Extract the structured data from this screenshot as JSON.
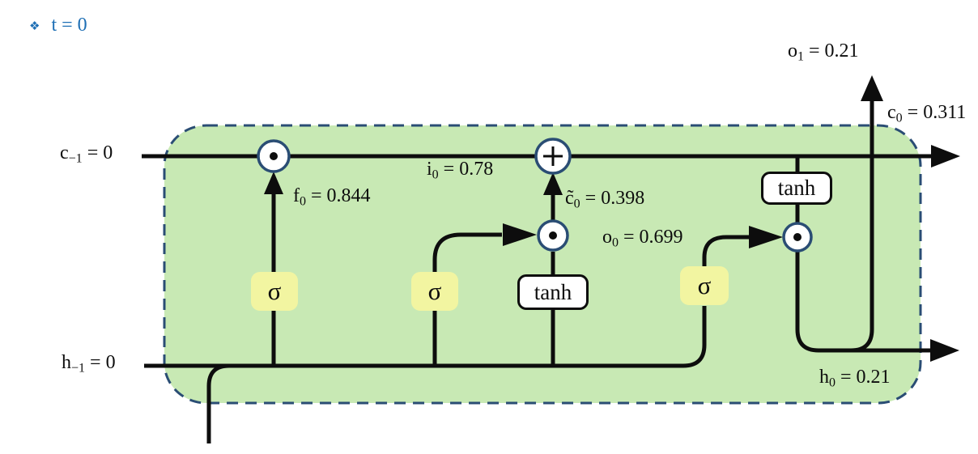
{
  "title": {
    "bullet": "❖",
    "text": "t = 0"
  },
  "diagram_type": "LSTM cell, timestep 0",
  "colors": {
    "cell_fill": "#c8e9b4",
    "cell_border": "#2a4d74",
    "gate_yellow": "#f2f5a1",
    "line_black": "#0d0d0d",
    "title_blue": "#1e6fb5",
    "node_ring": "#2a4d74"
  },
  "labels": {
    "c_prev": {
      "base": "c",
      "sub": "−1",
      "rest": " = 0"
    },
    "h_prev": {
      "base": "h",
      "sub": "−1",
      "rest": " = 0"
    },
    "f0": {
      "base": "f",
      "sub": "0",
      "rest": " = 0.844"
    },
    "i0": {
      "base": "i",
      "sub": "0",
      "rest": " = 0.78"
    },
    "c_tilde0": {
      "base": "c̃",
      "sub": "0",
      "rest": " = 0.398"
    },
    "o0": {
      "base": "o",
      "sub": "0",
      "rest": " = 0.699"
    },
    "o1": {
      "base": "o",
      "sub": "1",
      "rest": " = 0.21"
    },
    "c0": {
      "base": "c",
      "sub": "0",
      "rest": " = 0.311"
    },
    "h0": {
      "base": "h",
      "sub": "0",
      "rest": " = 0.21"
    }
  },
  "values": {
    "c_prev": 0,
    "h_prev": 0,
    "f0": 0.844,
    "i0": 0.78,
    "c_tilde0": 0.398,
    "o0": 0.699,
    "c0": 0.311,
    "h0": 0.21,
    "o1": 0.21
  },
  "gates": {
    "forget_sigma": "σ",
    "input_sigma": "σ",
    "candidate_tanh": "tanh",
    "output_sigma": "σ",
    "output_tanh": "tanh"
  },
  "operators": {
    "elementwise_multiply_icon": "⊙",
    "add_icon": "⊕"
  }
}
